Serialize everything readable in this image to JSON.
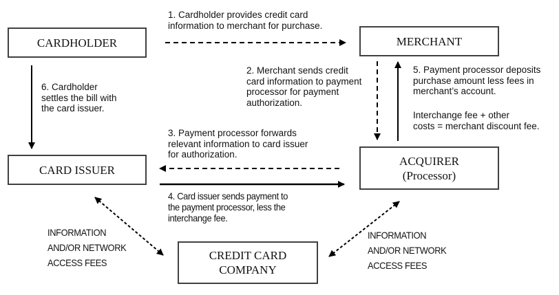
{
  "nodes": {
    "cardholder": "CARDHOLDER",
    "merchant": "MERCHANT",
    "card_issuer": "CARD ISSUER",
    "acquirer": {
      "line1": "ACQUIRER",
      "line2": "(Processor)"
    },
    "credit_card_company": {
      "line1": "CREDIT CARD",
      "line2": "COMPANY"
    }
  },
  "steps": {
    "step1": "1. Cardholder provides credit card\ninformation to merchant for purchase.",
    "step2": "2. Merchant sends credit\ncard information to payment\nprocessor for payment\nauthorization.",
    "step3": "3. Payment processor forwards\nrelevant information to card issuer\nfor authorization.",
    "step4": "4. Card issuer sends payment to\nthe payment processor, less the\ninterchange fee.",
    "step5": "5. Payment processor deposits\npurchase amount less fees in\nmerchant’s account.",
    "step5_note": "Interchange fee + other\ncosts = merchant discount fee.",
    "step6": "6. Cardholder\nsettles the bill with\nthe card issuer."
  },
  "fee_labels": {
    "left": "INFORMATION\nAND/OR NETWORK\nACCESS FEES",
    "right": "INFORMATION\nAND/OR NETWORK\nACCESS FEES"
  },
  "colors": {
    "line": "#000000",
    "box_border": "#404040",
    "text": "#111111"
  }
}
